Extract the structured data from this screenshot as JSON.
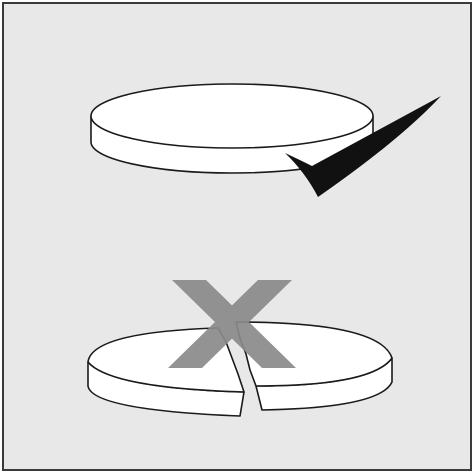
{
  "illustration": {
    "items": [
      {
        "object": "intact-disc",
        "status": "correct",
        "indicator_icon": "checkmark-icon"
      },
      {
        "object": "broken-disc",
        "status": "incorrect",
        "indicator_icon": "cross-x-icon"
      }
    ]
  },
  "colors": {
    "panel_background": "#e8e8e8",
    "panel_border": "#3a3a3a",
    "disc_fill": "#ffffff",
    "disc_outline": "#1a1a1a",
    "check_mark": "#111111",
    "cross_mark": "#8a8a8a"
  }
}
